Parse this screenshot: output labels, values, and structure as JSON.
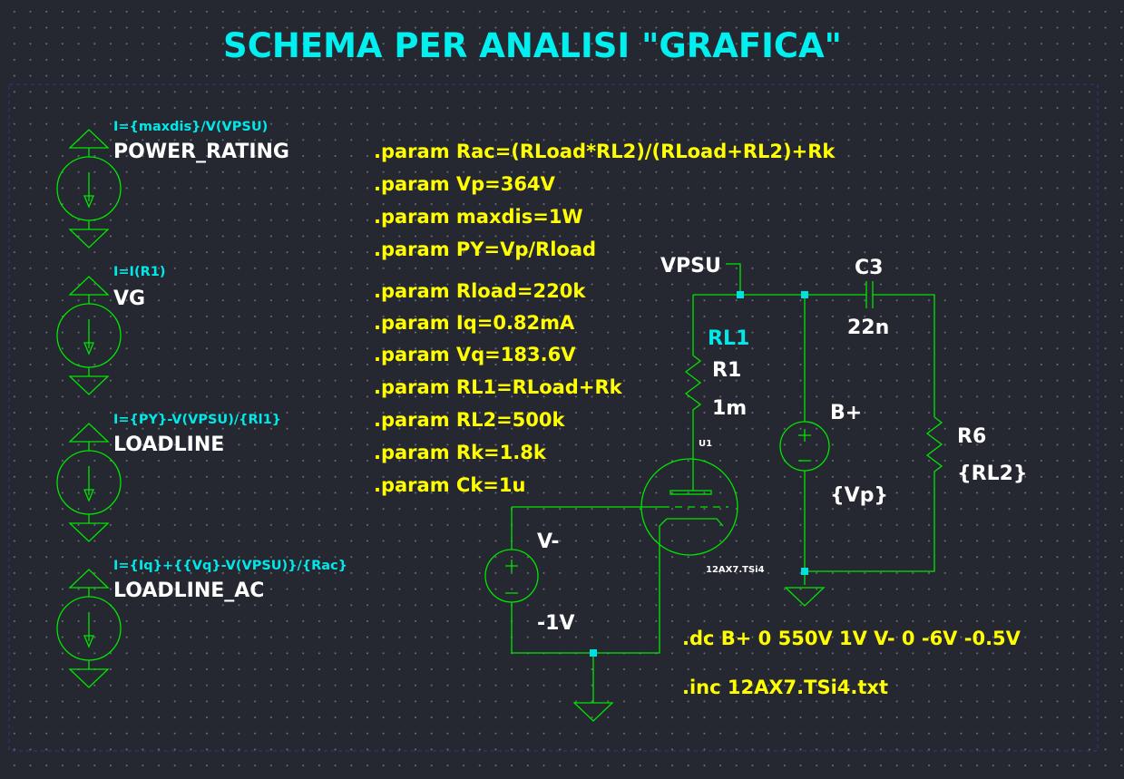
{
  "title": "SCHEMA PER ANALISI \"GRAFICA\"",
  "current_sources": [
    {
      "name": "POWER_RATING",
      "value": "I={maxdis}/V(VPSU)"
    },
    {
      "name": "VG",
      "value": "I=I(R1)"
    },
    {
      "name": "LOADLINE",
      "value": "I={PY}-V(VPSU)/{Rl1}"
    },
    {
      "name": "LOADLINE_AC",
      "value": "I={Iq}+{{Vq}-V(VPSU)}/{Rac}"
    }
  ],
  "params": [
    ".param Rac=(RLoad*RL2)/(RLoad+RL2)+Rk",
    ".param Vp=364V",
    ".param maxdis=1W",
    ".param PY=Vp/Rload",
    ".param Rload=220k",
    ".param Iq=0.82mA",
    ".param Vq=183.6V",
    ".param RL1=RLoad+Rk",
    ".param RL2=500k",
    ".param Rk=1.8k",
    ".param Ck=1u"
  ],
  "circuit": {
    "vpsu_label": "VPSU",
    "r1": {
      "net": "RL1",
      "name": "R1",
      "value": "1m"
    },
    "c3": {
      "name": "C3",
      "value": "22n"
    },
    "bplus": {
      "name": "B+",
      "value": "{Vp}"
    },
    "r6": {
      "name": "R6",
      "value": "{RL2}"
    },
    "tube": {
      "name": "U1",
      "model": "12AX7.TSi4"
    },
    "vminus": {
      "name": "V-",
      "value": "-1V"
    }
  },
  "directives": {
    "dc": ".dc B+ 0 550V 1V V- 0 -6V -0.5V",
    "inc": ".inc 12AX7.TSi4.txt"
  }
}
